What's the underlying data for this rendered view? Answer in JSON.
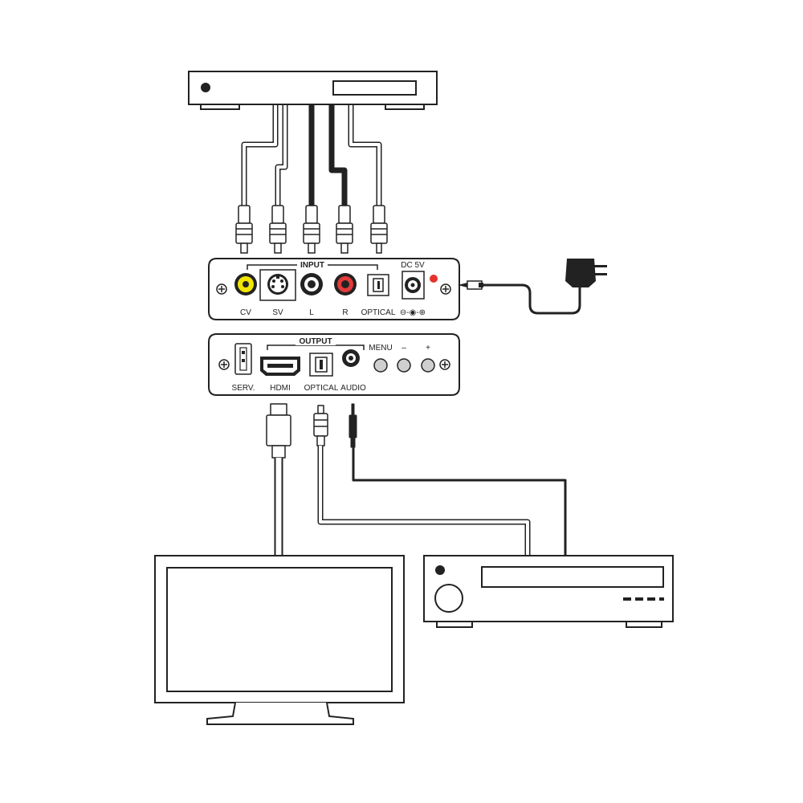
{
  "converter_input_panel": {
    "section_label": "INPUT",
    "power_label": "DC 5V",
    "polarity_symbol": "⊖-◉-⊕",
    "ports": {
      "cv": "CV",
      "sv": "SV",
      "l": "L",
      "r": "R",
      "optical": "OPTICAL"
    }
  },
  "converter_output_panel": {
    "section_label": "OUTPUT",
    "ports": {
      "serv": "SERV.",
      "hdmi": "HDMI",
      "optical": "OPTICAL",
      "audio": "AUDIO"
    },
    "buttons": {
      "menu": "MENU",
      "minus": "–",
      "plus": "+"
    }
  },
  "colors": {
    "line": "#222222",
    "port_yellow": "#f2e600",
    "port_red": "#e23b3b",
    "panel_fill": "#ffffff",
    "button_gray": "#cfcfcf",
    "led_red": "#e5322d"
  }
}
